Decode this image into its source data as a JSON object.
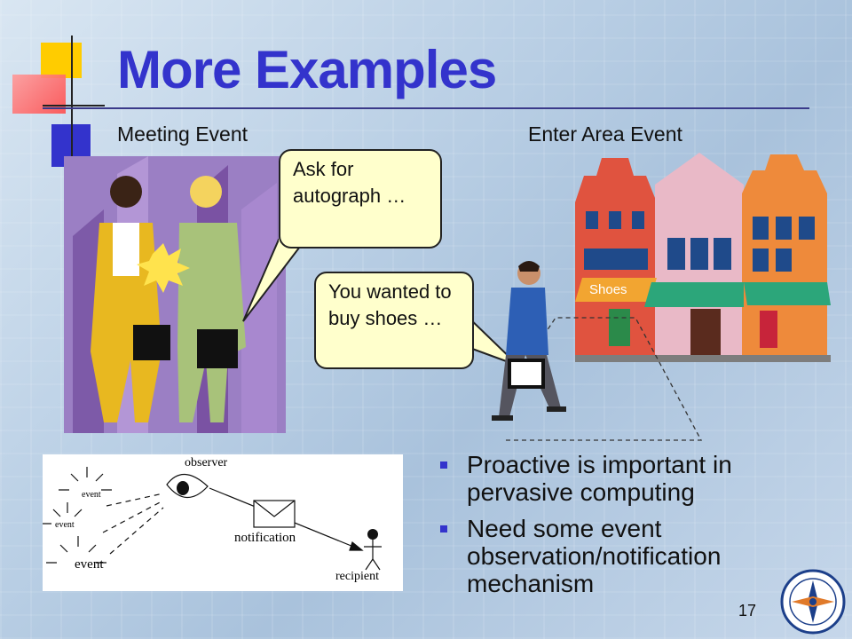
{
  "slide": {
    "title": "More Examples",
    "page_number": "17"
  },
  "left_panel": {
    "label": "Meeting Event",
    "bubble_text": "Ask for autograph …"
  },
  "right_panel": {
    "label": "Enter Area Event",
    "bubble_text": "You wanted to buy shoes …",
    "shop_sign": "Shoes"
  },
  "diagram": {
    "observer_label": "observer",
    "notification_label": "notification",
    "recipient_label": "recipient",
    "event_labels": [
      "event",
      "event",
      "event"
    ]
  },
  "bullets": [
    "Proactive is important in pervasive computing",
    "Need some event observation/notification mechanism"
  ],
  "colors": {
    "title": "#3333cc",
    "bullet": "#3333cc",
    "bubble_fill": "#ffffcc",
    "deco_yellow": "#ffcc00",
    "deco_red": "#ff6666",
    "deco_blue": "#3333cc"
  }
}
